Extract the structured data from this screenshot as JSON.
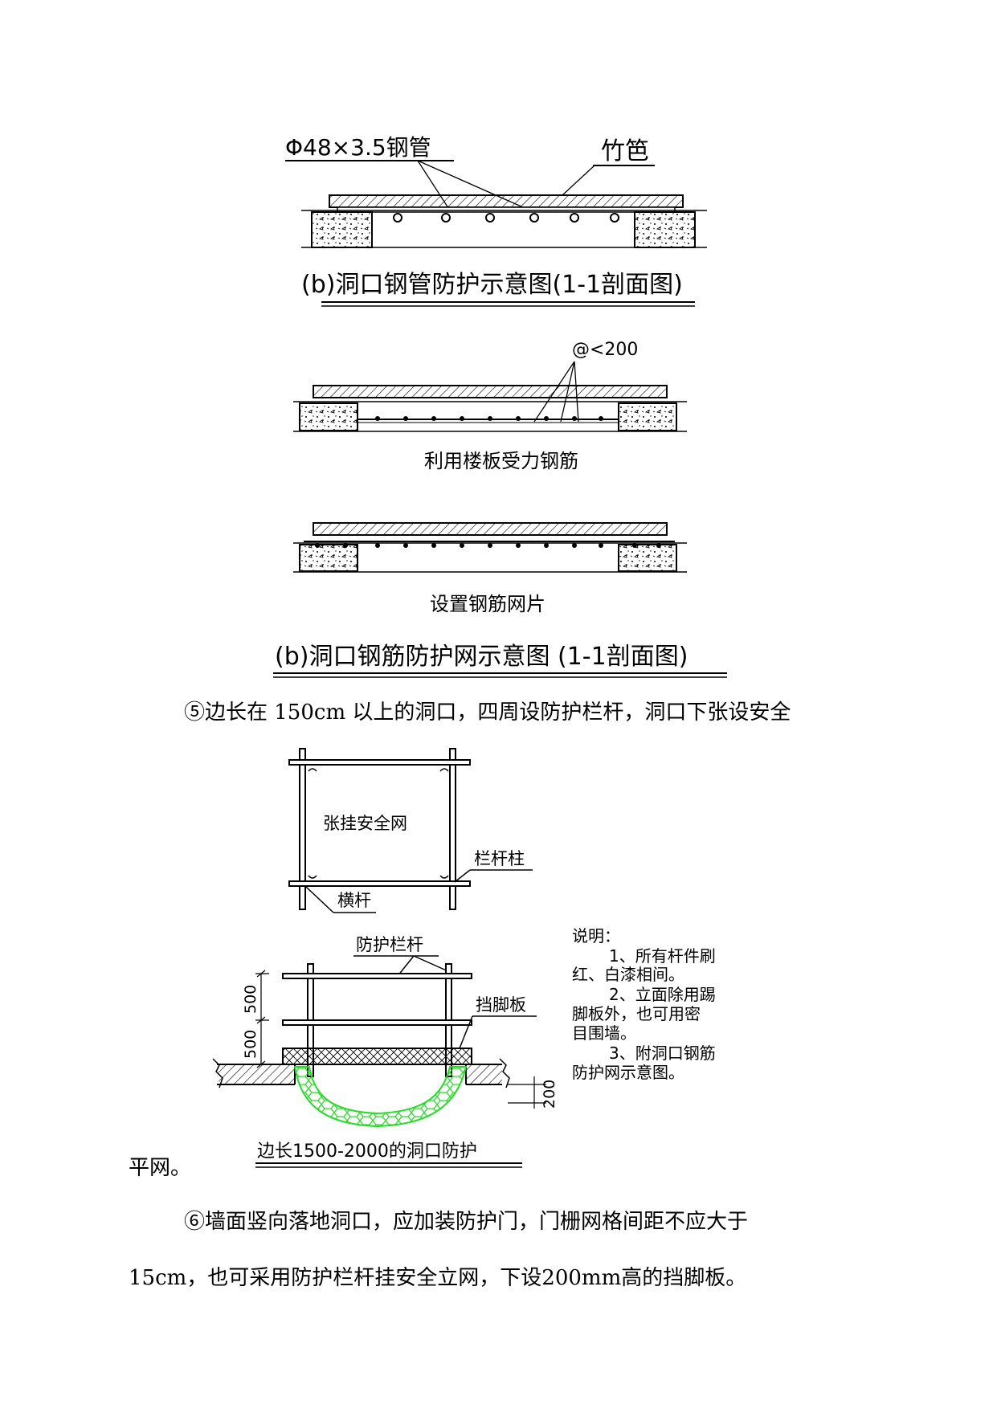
{
  "figure_b1": {
    "label_pipe": "Φ48×3.5钢管",
    "label_bamboo": "竹笆",
    "caption": "(b)洞口钢管防护示意图(1-1剖面图)"
  },
  "figure_b2": {
    "label_spacing": "@<200",
    "sub_caption_1": "利用楼板受力钢筋",
    "sub_caption_2": "设置钢筋网片",
    "caption": "(b)洞口钢筋防护网示意图 (1-1剖面图)"
  },
  "para_5": {
    "line1": "⑤边长在 150cm 以上的洞口，四周设防护栏杆，洞口下张设安全",
    "line2": "平网。"
  },
  "figure_c": {
    "plan_net_label": "张挂安全网",
    "plan_post_label": "栏杆柱",
    "plan_rail_label": "横杆",
    "elev_rail_label": "防护栏杆",
    "elev_toeboard_label": "挡脚板",
    "dim_upper": "500",
    "dim_lower": "500",
    "dim_side": "200",
    "caption": "边长1500-2000的洞口防护",
    "notes_title": "说明：",
    "note1_a": "1、所有杆件刷",
    "note1_b": "红、白漆相间。",
    "note2_a": "2、立面除用踢",
    "note2_b": "脚板外，也可用密",
    "note2_c": "目围墙。",
    "note3_a": "3、附洞口钢筋",
    "note3_b": "防护网示意图。"
  },
  "para_6": {
    "line1": "⑥墙面竖向落地洞口，应加装防护门，门栅网格间距不应大于",
    "line2": "15cm，也可采用防护栏杆挂安全立网，下设200mm高的挡脚板。"
  },
  "colors": {
    "ink": "#000000",
    "net": "#22dd22"
  }
}
